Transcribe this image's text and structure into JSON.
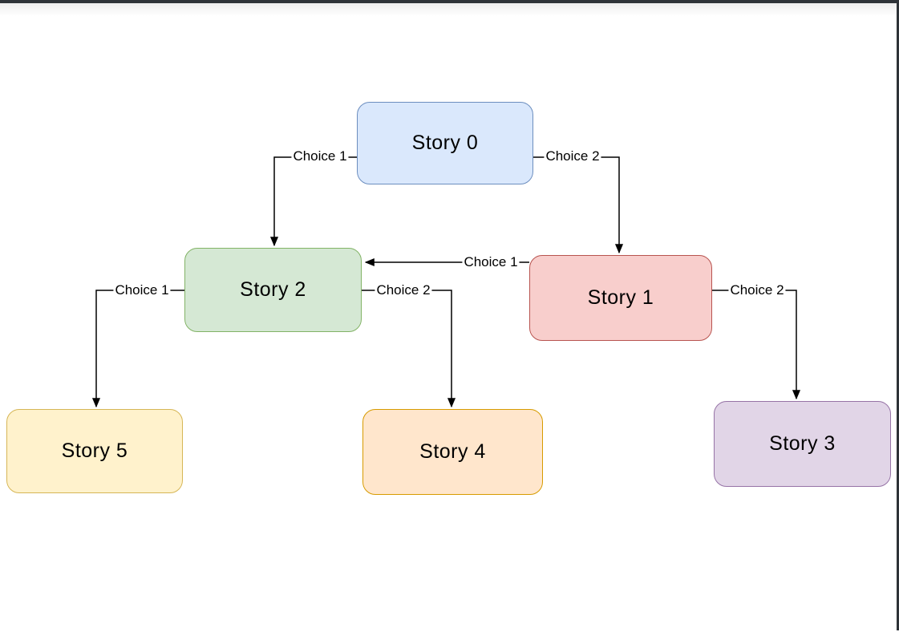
{
  "page": {
    "background": "#ffffff",
    "frame": {
      "top_edge_color": "#2e3338",
      "right_edge_color": "#2e3338"
    }
  },
  "diagram": {
    "type": "flowchart",
    "nodes": [
      {
        "id": "story0",
        "label": "Story 0",
        "fill": "#dae8fc",
        "stroke": "#6c8ebf"
      },
      {
        "id": "story1",
        "label": "Story 1",
        "fill": "#f8cecc",
        "stroke": "#b85450"
      },
      {
        "id": "story2",
        "label": "Story 2",
        "fill": "#d5e8d4",
        "stroke": "#82b366"
      },
      {
        "id": "story3",
        "label": "Story 3",
        "fill": "#e1d5e7",
        "stroke": "#9673a6"
      },
      {
        "id": "story4",
        "label": "Story 4",
        "fill": "#ffe6cc",
        "stroke": "#d79b00"
      },
      {
        "id": "story5",
        "label": "Story 5",
        "fill": "#fff2cc",
        "stroke": "#d6b656"
      }
    ],
    "edges": [
      {
        "from": "story0",
        "to": "story2",
        "label": "Choice 1"
      },
      {
        "from": "story0",
        "to": "story1",
        "label": "Choice 2"
      },
      {
        "from": "story1",
        "to": "story2",
        "label": "Choice 1"
      },
      {
        "from": "story2",
        "to": "story5",
        "label": "Choice 1"
      },
      {
        "from": "story2",
        "to": "story4",
        "label": "Choice 2"
      },
      {
        "from": "story1",
        "to": "story3",
        "label": "Choice 2"
      }
    ],
    "connector_color": "#000000"
  }
}
